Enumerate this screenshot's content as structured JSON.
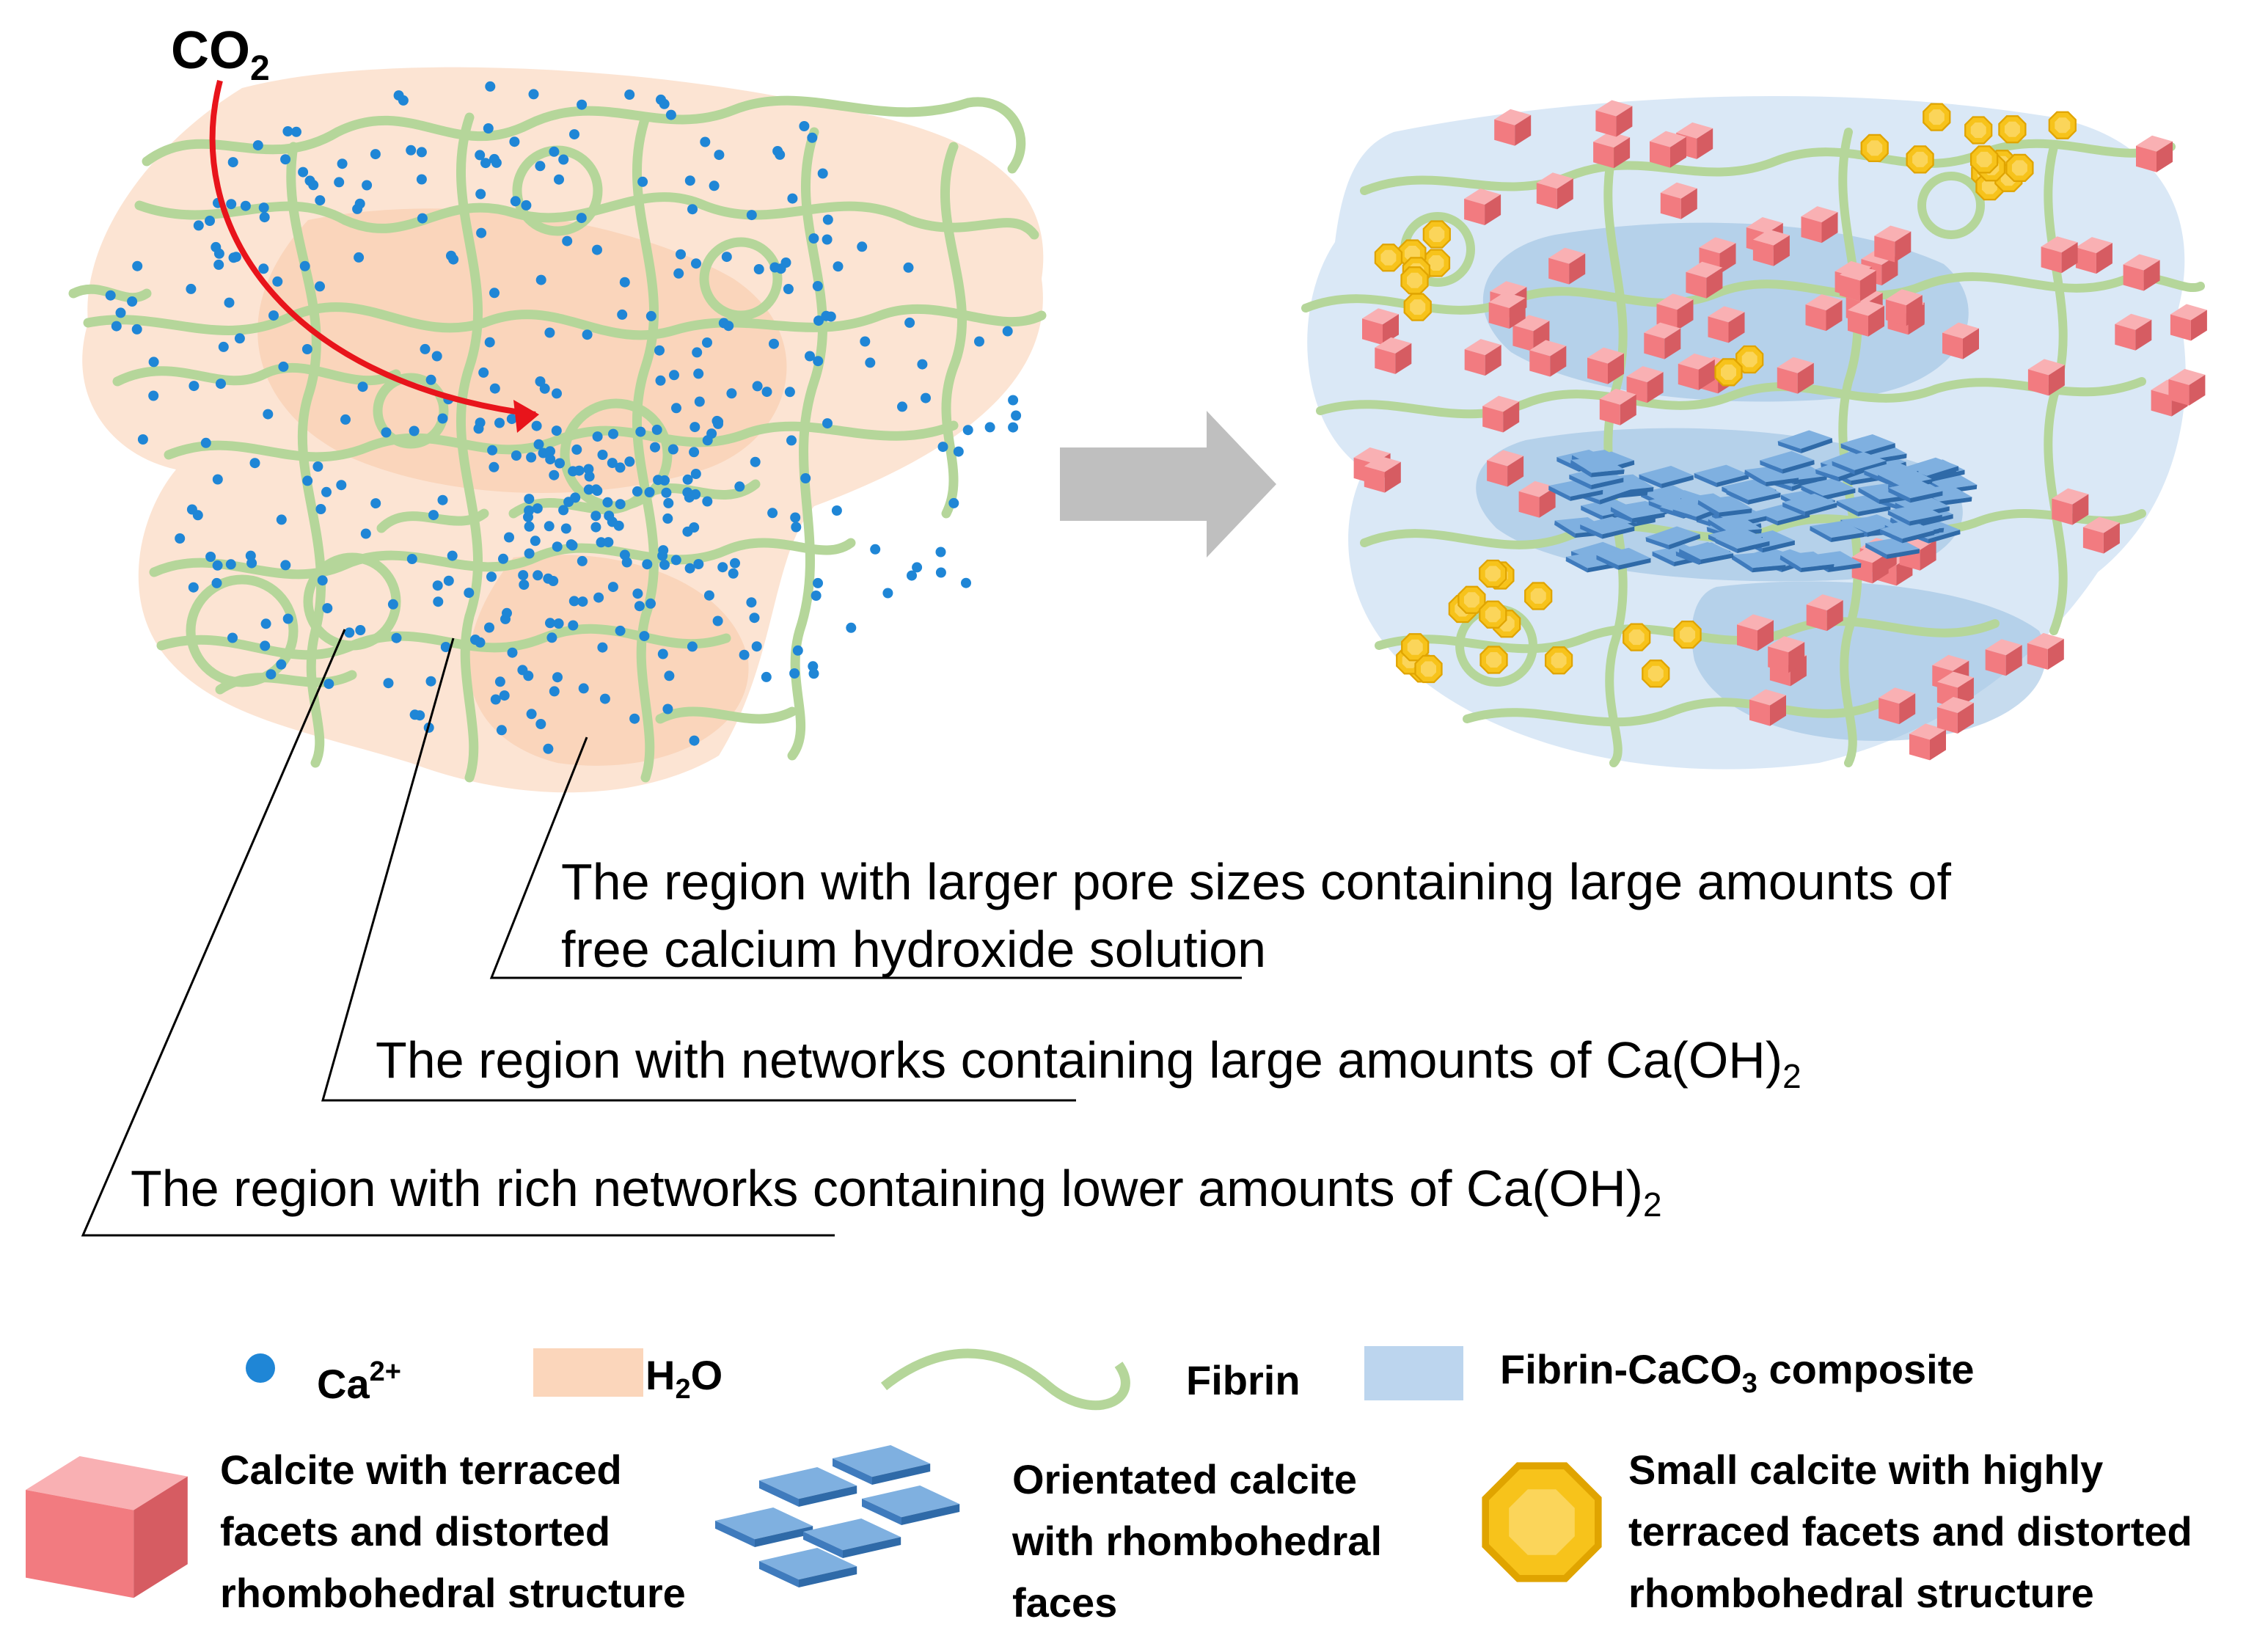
{
  "co2_label": {
    "base": "CO",
    "sub": "2"
  },
  "callouts": {
    "large_pores_line1": "The region with larger pore sizes containing large amounts of",
    "large_pores_line2": "free calcium hydroxide solution",
    "networks_text": "The region with networks containing large amounts of Ca(OH)",
    "networks_sub": "2",
    "rich_networks_text": "The region with rich networks containing lower amounts of  Ca(OH)",
    "rich_networks_sub": "2"
  },
  "legend": {
    "ca_ion": {
      "base": "Ca",
      "sup": "2+"
    },
    "water": {
      "h": "H",
      "sub": "2",
      "o": "O"
    },
    "fibrin": "Fibrin",
    "composite": {
      "pre": "Fibrin-CaCO",
      "sub": "3",
      "post": " composite"
    },
    "calcite_line1": "Calcite with terraced",
    "calcite_line2": "facets and distorted",
    "calcite_line3": "rhombohedral structure",
    "oriented_line1": "Orientated calcite",
    "oriented_line2": "with rhombohedral",
    "oriented_line3": "faces",
    "small_line1": "Small calcite with highly",
    "small_line2": "terraced facets and distorted",
    "small_line3": "rhombohedral structure"
  },
  "colors": {
    "water": "#fbd6bb",
    "ca_ion": "#1f86d6",
    "fibrin": "#b5d69a",
    "composite": "#bcd5ee",
    "composite_dark": "#97bde0",
    "calcite": "#f27b80",
    "calcite_dark": "#d65c62",
    "oriented": "#5b93cf",
    "small_calcite": "#f7c31b",
    "small_calcite_dark": "#e0a400",
    "arrow_co2": "#e8141b",
    "arrow_process": "#bfbfbf"
  }
}
